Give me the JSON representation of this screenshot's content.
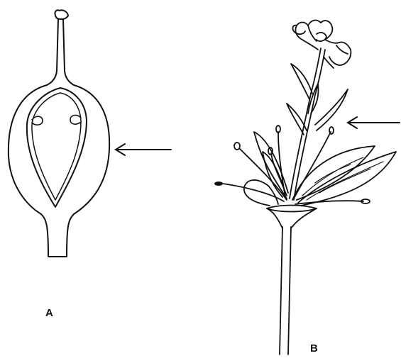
{
  "figure": {
    "panels": [
      {
        "id": "A",
        "label": "A",
        "subject": "ovary-longitudinal-section",
        "arrow_direction": "left"
      },
      {
        "id": "B",
        "label": "B",
        "subject": "flower-with-inflorescence",
        "arrow_direction": "left"
      }
    ],
    "colors": {
      "ink": "#111111",
      "background": "#ffffff"
    }
  }
}
